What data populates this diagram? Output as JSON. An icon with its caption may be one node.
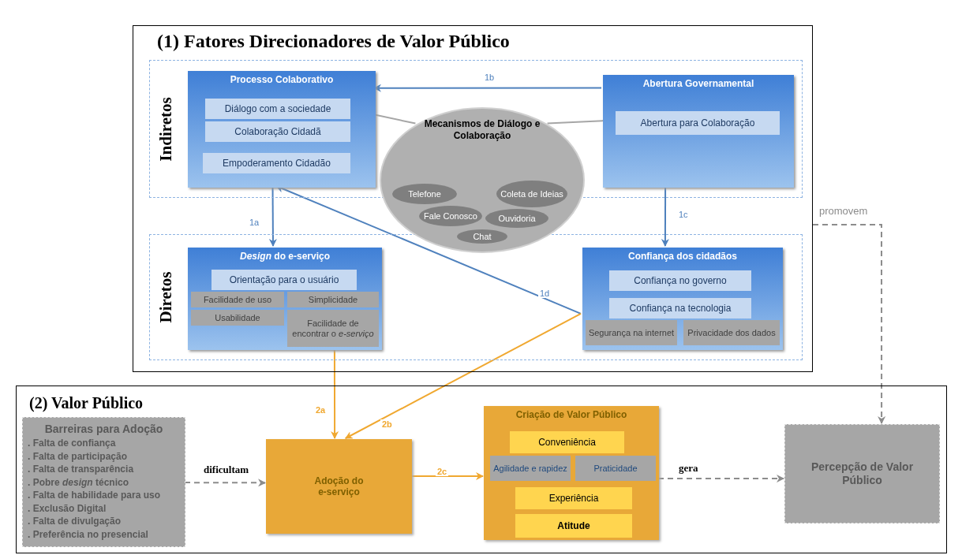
{
  "diagram": {
    "nodes": [
      {
        "text": [
          "(1) Fatores Direcionadores de Valor Público"
        ]
      },
      {
        "text": [
          "Indiretos"
        ],
        "in": 0
      },
      {
        "text": [
          "Processo Colaborativo"
        ],
        "in": 1
      },
      {
        "text": [
          "Diálogo com a sociedade"
        ],
        "in": 2
      },
      {
        "text": [
          "Colaboração Cidadã"
        ],
        "in": 2
      },
      {
        "text": [
          "Empoderamento Cidadão"
        ],
        "in": 2
      },
      {
        "text": [
          "Mecanismos de Diálogo e Colaboração"
        ],
        "in": 0
      },
      {
        "text": [
          "Telefone"
        ],
        "in": 6
      },
      {
        "text": [
          "Coleta de Ideias"
        ],
        "in": 6
      },
      {
        "text": [
          "Fale Conosco"
        ],
        "in": 6
      },
      {
        "text": [
          "Ouvidoria"
        ],
        "in": 6
      },
      {
        "text": [
          "Chat"
        ],
        "in": 6
      },
      {
        "text": [
          "Abertura Governamental"
        ],
        "in": 1
      },
      {
        "text": [
          "Abertura para Colaboração"
        ],
        "in": 12
      },
      {
        "text": [
          "Diretos"
        ],
        "in": 0
      },
      {
        "text": [
          "*Design* do e-serviço"
        ],
        "in": 14
      },
      {
        "text": [
          "Orientação para o usuário"
        ],
        "in": 15
      },
      {
        "text": [
          "Facilidade de uso"
        ],
        "in": 15
      },
      {
        "text": [
          "Simplicidade"
        ],
        "in": 15
      },
      {
        "text": [
          "Usabilidade"
        ],
        "in": 15
      },
      {
        "text": [
          "Facilidade de encontrar o *e-serviço*"
        ],
        "in": 15
      },
      {
        "text": [
          "Confiança dos cidadãos"
        ],
        "in": 14
      },
      {
        "text": [
          "Confiança no governo"
        ],
        "in": 21
      },
      {
        "text": [
          "Confiança na tecnologia"
        ],
        "in": 21
      },
      {
        "text": [
          "Segurança na internet"
        ],
        "in": 21
      },
      {
        "text": [
          "Privacidade dos dados"
        ],
        "in": 21
      },
      {
        "text": [
          "(2) Valor Público"
        ]
      },
      {
        "text": [
          "Barreiras para Adoção",
          ". Falta de confiança",
          ". Falta de participação",
          ". Falta de transparência",
          ". Pobre *design* técnico",
          ". Falta de habilidade para uso",
          ". Exclusão Digital",
          ". Falta de divulgação",
          ". Preferência no presencial"
        ],
        "in": 26
      },
      {
        "text": [
          "Adoção do e-serviço"
        ],
        "in": 26
      },
      {
        "text": [
          "Criação de Valor Público"
        ],
        "in": 26
      },
      {
        "text": [
          "Conveniência"
        ],
        "in": 29
      },
      {
        "text": [
          "Agilidade e rapidez"
        ],
        "in": 29
      },
      {
        "text": [
          "Praticidade"
        ],
        "in": 29
      },
      {
        "text": [
          "Experiência"
        ],
        "in": 29
      },
      {
        "text": [
          "Atitude"
        ],
        "in": 29
      },
      {
        "text": [
          "Percepção de Valor Público"
        ],
        "in": 26
      }
    ],
    "edges": [
      {
        "from": 12,
        "to": 2,
        "arrow": "to",
        "label": "1b"
      },
      {
        "from": 2,
        "to": 15,
        "arrow": "to",
        "label": "1a"
      },
      {
        "from": 12,
        "to": 21,
        "arrow": "to",
        "label": "1c"
      },
      {
        "from": 21,
        "to": 2,
        "arrow": "to",
        "label": "1d"
      },
      {
        "from": 6,
        "to": 3,
        "arrow": "none",
        "color": "#a6a6a6"
      },
      {
        "from": 6,
        "to": 13,
        "arrow": "none",
        "color": "#a6a6a6"
      },
      {
        "from": 15,
        "to": 28,
        "arrow": "to",
        "label": "2a",
        "color": "#f0a830"
      },
      {
        "from": 21,
        "to": 28,
        "arrow": "to",
        "label": "2b",
        "color": "#f0a830"
      },
      {
        "from": 28,
        "to": 29,
        "arrow": "to",
        "label": "2c",
        "color": "#f0a830"
      },
      {
        "from": 27,
        "to": 28,
        "arrow": "to",
        "label": "dificultam",
        "style": "dashed",
        "color": "#8c8c8c"
      },
      {
        "from": 29,
        "to": 35,
        "arrow": "to",
        "label": "gera",
        "style": "dashed",
        "color": "#8c8c8c"
      },
      {
        "from": 0,
        "to": 35,
        "arrow": "to",
        "label": "promovem",
        "style": "dashed",
        "color": "#8c8c8c"
      }
    ]
  }
}
